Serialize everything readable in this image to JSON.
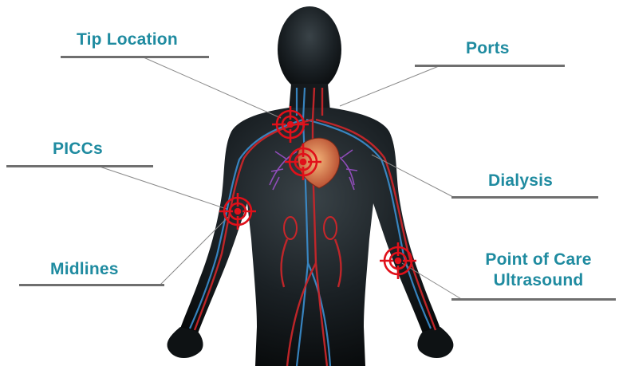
{
  "labels": {
    "tip_location": "Tip Location",
    "ports": "Ports",
    "piccs": "PICCs",
    "dialysis": "Dialysis",
    "midlines": "Midlines",
    "point_of_care_line1": "Point of Care",
    "point_of_care_line2": "Ultrasound"
  },
  "colors": {
    "label_text": "#1f8ba0",
    "rule_line": "#6f6f6f",
    "target_marker": "#e0101a",
    "body_silhouette": "#0f1417",
    "artery": "#c8262a",
    "vein": "#3b8fd0"
  },
  "icons": {
    "target_marker": "crosshair-target-icon"
  }
}
